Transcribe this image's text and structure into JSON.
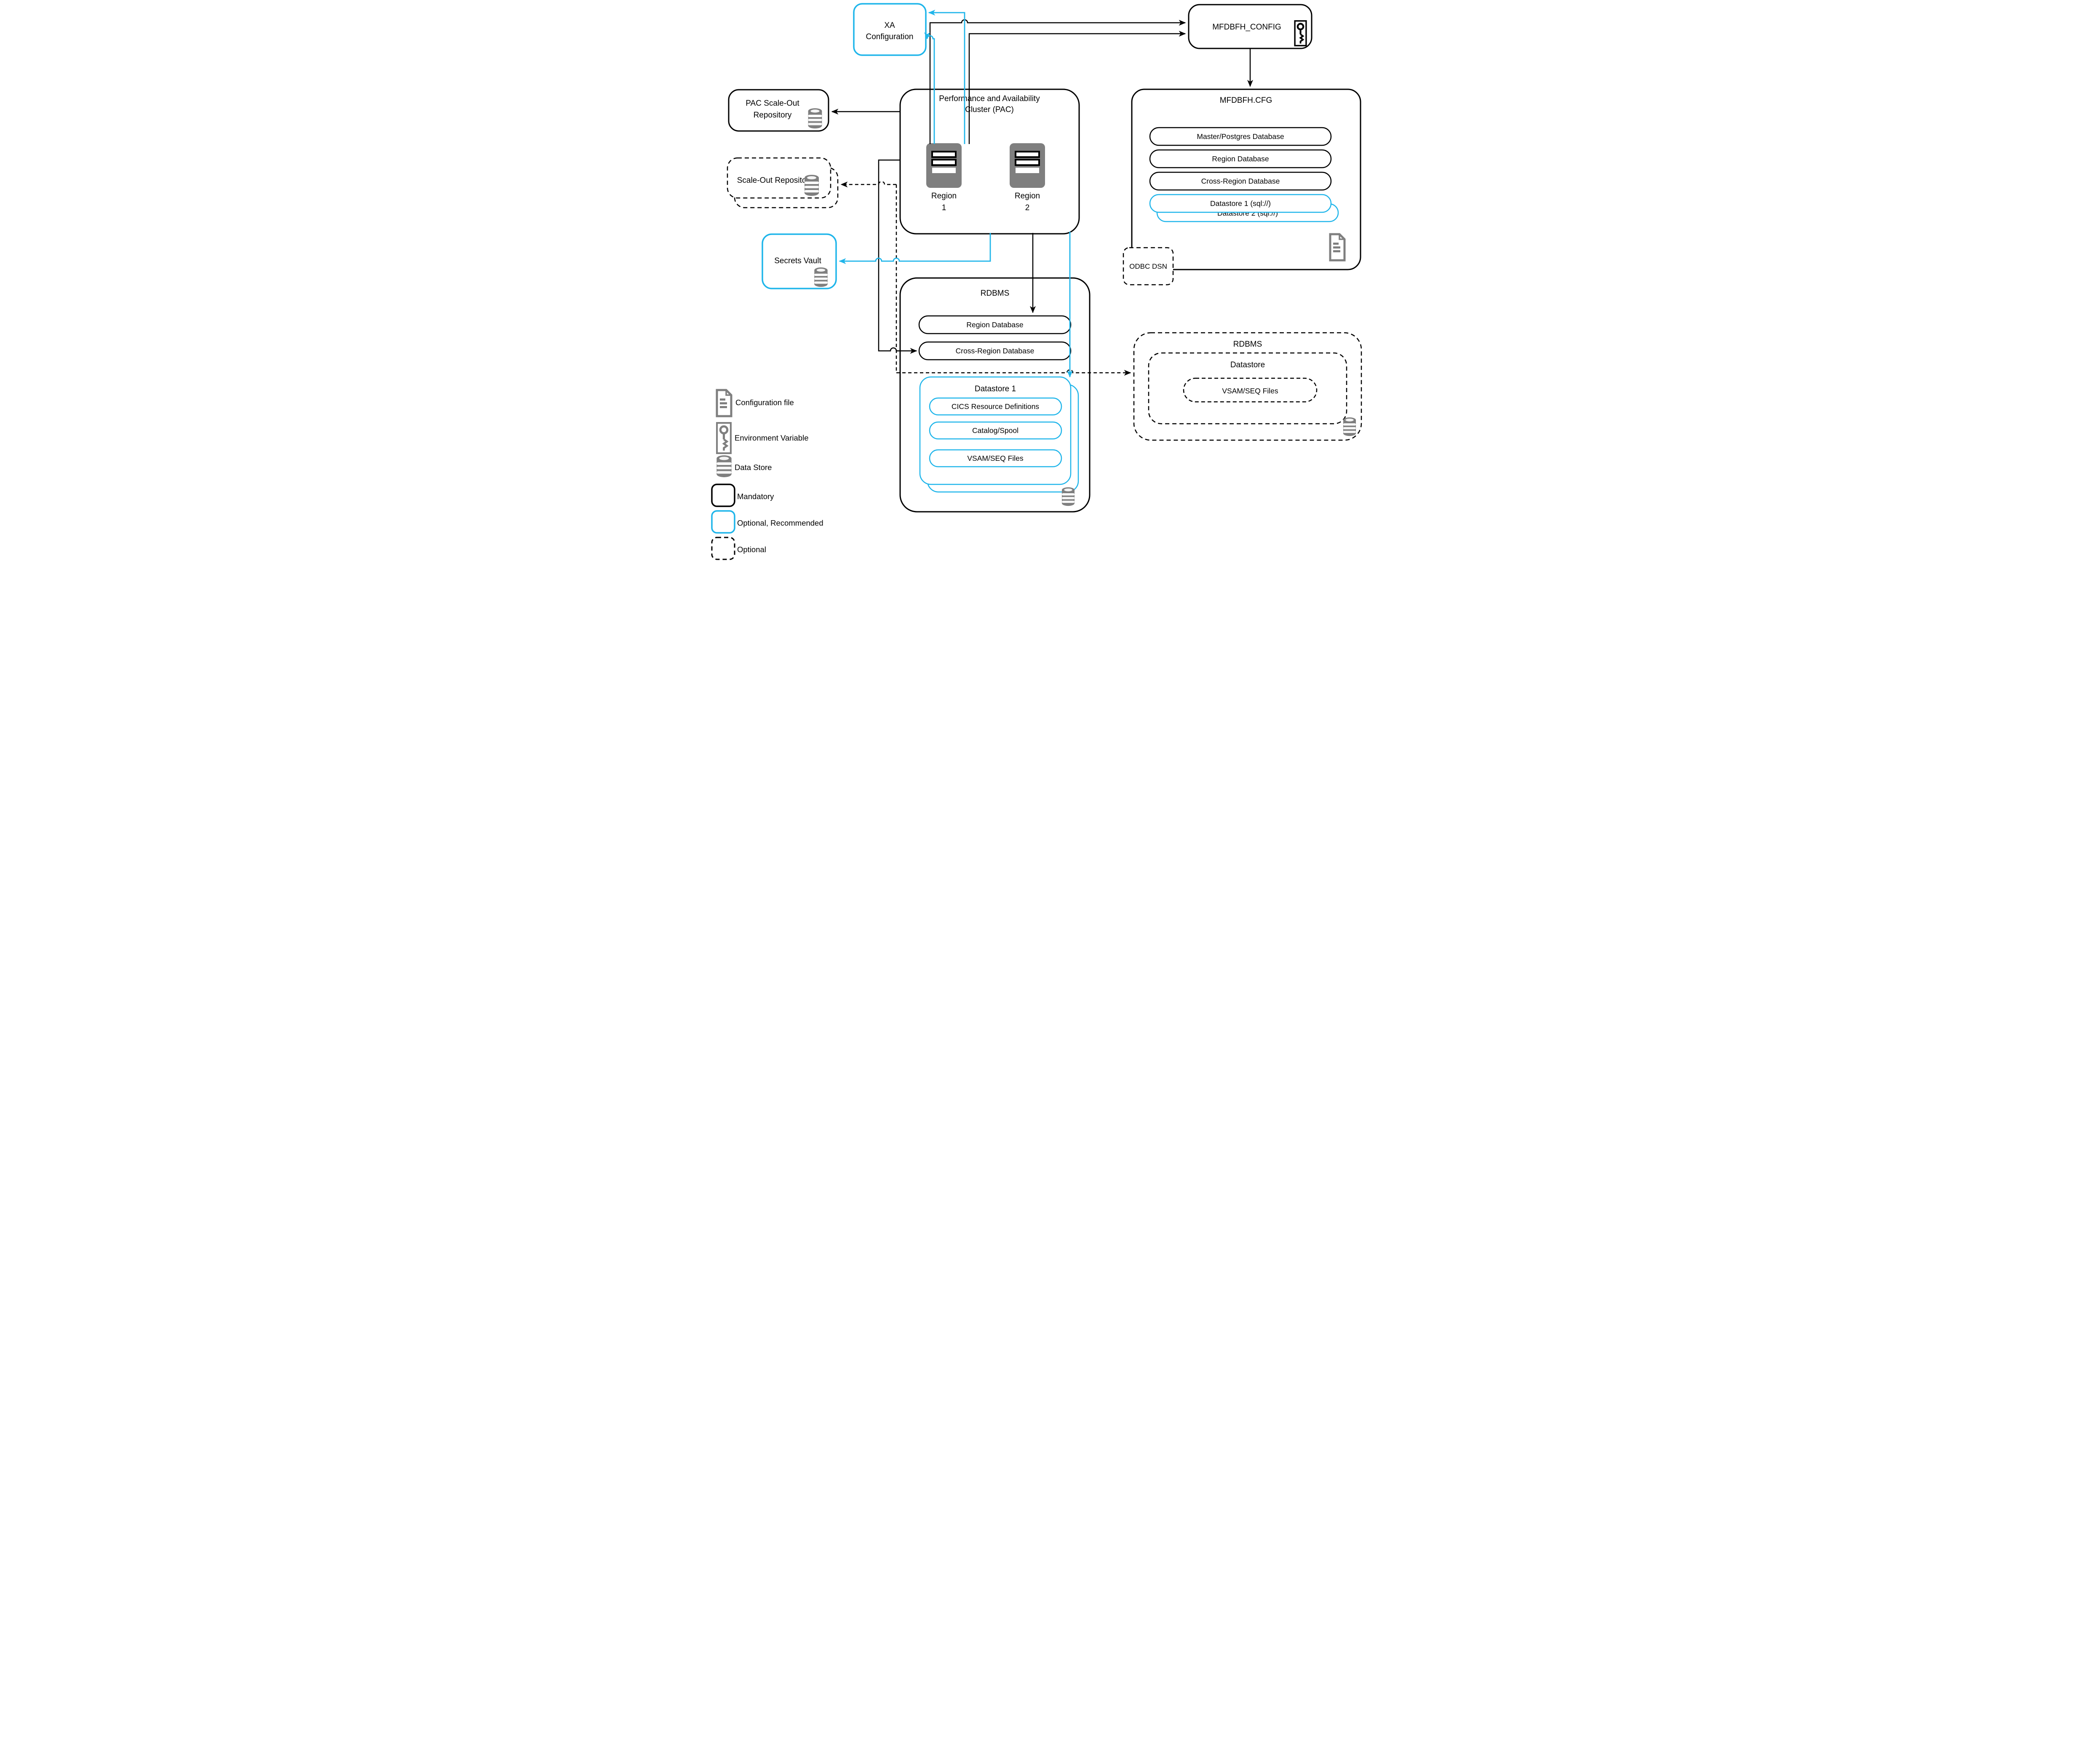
{
  "colors": {
    "accent_cyan": "#1FB5EA",
    "line_black": "#000000",
    "icon_gray": "#7F7F7F"
  },
  "nodes": {
    "xa_config": {
      "line1": "XA",
      "line2": "Configuration"
    },
    "mfdbfh_config": {
      "label": "MFDBFH_CONFIG"
    },
    "pac_scale_out_repository": {
      "line1": "PAC Scale-Out",
      "line2": "Repository"
    },
    "scale_out_repository": {
      "label": "Scale-Out Repository"
    },
    "pac": {
      "title_line1": "Performance and Availability",
      "title_line2": "Cluster (PAC)",
      "region1_line1": "Region",
      "region1_line2": "1",
      "region2_line1": "Region",
      "region2_line2": "2"
    },
    "mfdbfh_cfg": {
      "title": "MFDBFH.CFG",
      "pills": [
        "Master/Postgres Database",
        "Region Database",
        "Cross-Region Database"
      ],
      "datastore1": "Datastore 1 (sql://)",
      "datastore2": "Datastore 2 (sql://)"
    },
    "odbc_dsn": {
      "label": "ODBC DSN"
    },
    "secrets_vault": {
      "label": "Secrets Vault"
    },
    "rdbms_center": {
      "title": "RDBMS",
      "pills": [
        "Region Database",
        "Cross-Region Database"
      ],
      "datastore_title": "Datastore 1",
      "datastore_pills": [
        "CICS Resource Definitions",
        "Catalog/Spool",
        "VSAM/SEQ Files"
      ]
    },
    "rdbms_right": {
      "title": "RDBMS",
      "datastore_title": "Datastore",
      "pill": "VSAM/SEQ Files"
    }
  },
  "legend": {
    "configuration_file": "Configuration file",
    "environment_variable": "Environment Variable",
    "data_store": "Data Store",
    "mandatory": "Mandatory",
    "optional_recommended": "Optional, Recommended",
    "optional": "Optional"
  }
}
